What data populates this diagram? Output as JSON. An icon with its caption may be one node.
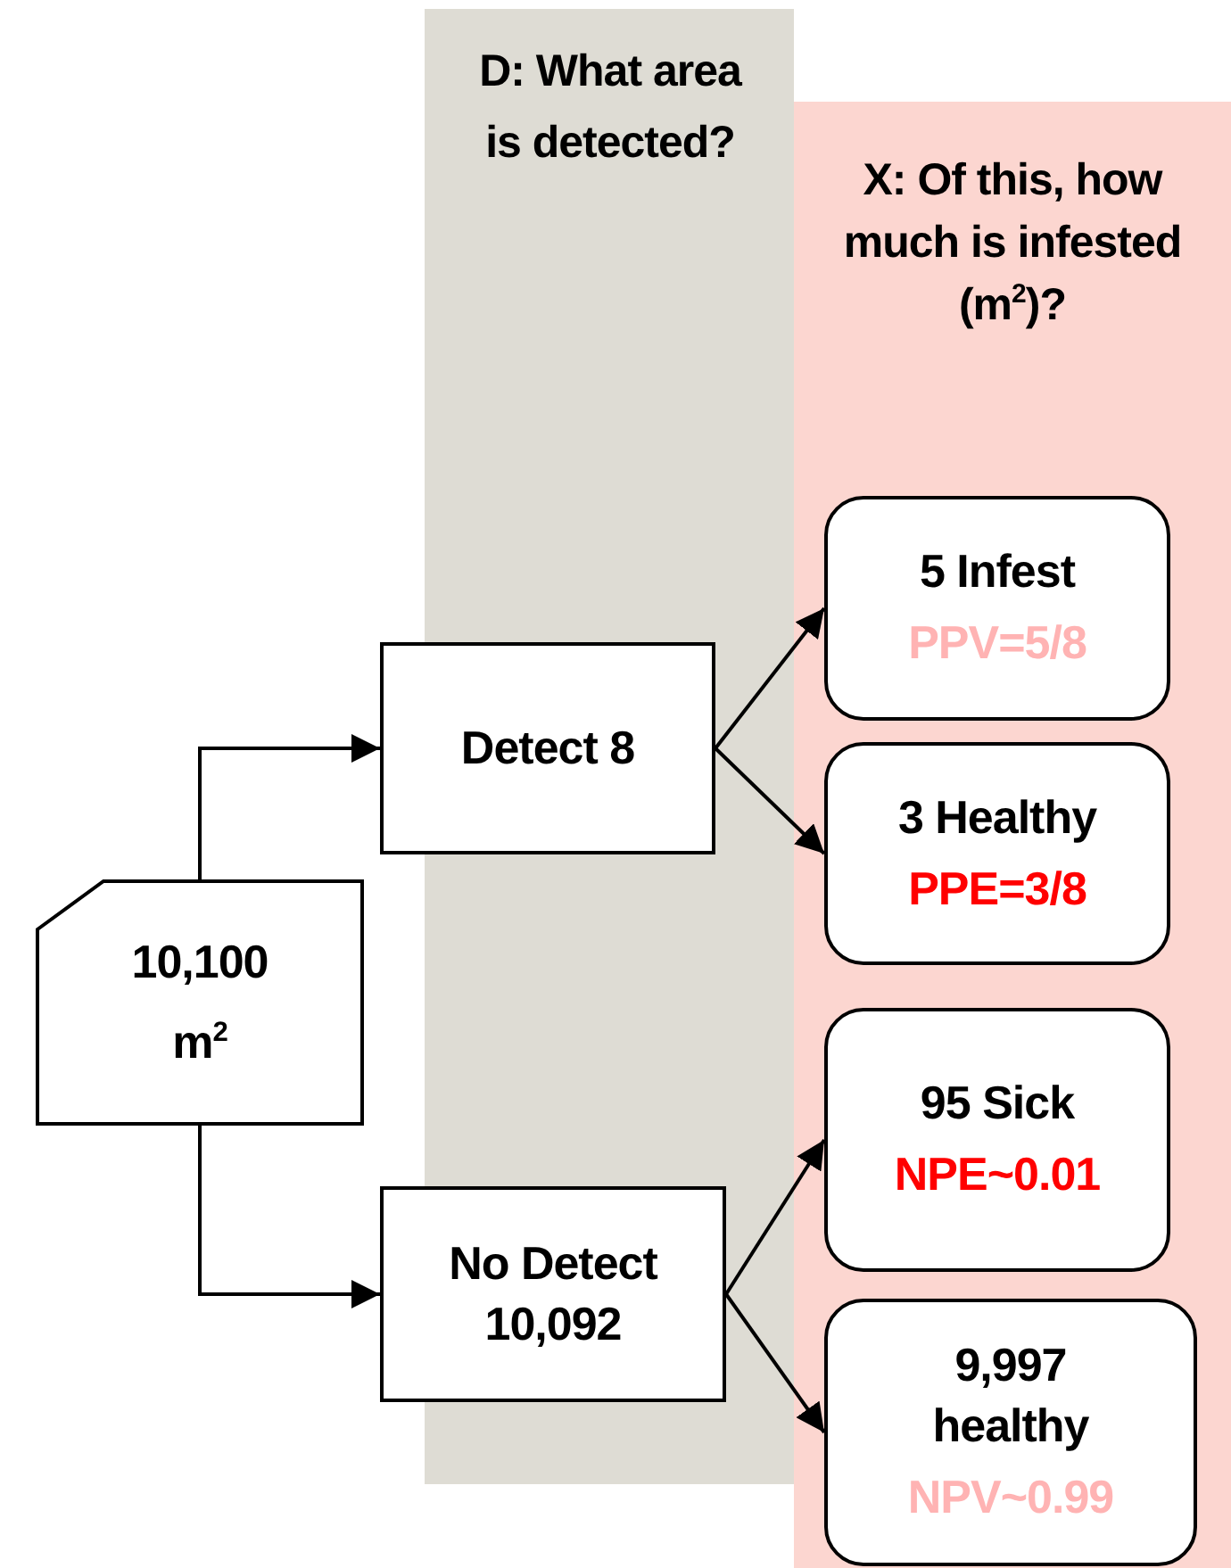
{
  "diagram": {
    "nodes": [
      {
        "text": [
          "10,100 m$^{2}$"
        ]
      },
      {
        "text": [
          "Detect 8"
        ]
      },
      {
        "text": [
          "No Detect 10,092"
        ]
      },
      {
        "text": [
          "5 Infest",
          "PPV=5/8"
        ]
      },
      {
        "text": [
          "3 Healthy",
          "PPE=3/8"
        ]
      },
      {
        "text": [
          "95 Sick",
          "NPE~0.01"
        ]
      },
      {
        "text": [
          "9,997 healthy",
          "NPV~0.99"
        ]
      }
    ],
    "edges": [
      {
        "from": 0,
        "to": 1,
        "arrow": "to"
      },
      {
        "from": 0,
        "to": 2,
        "arrow": "to"
      },
      {
        "from": 1,
        "to": 3,
        "arrow": "to"
      },
      {
        "from": 1,
        "to": 4,
        "arrow": "to"
      },
      {
        "from": 2,
        "to": 5,
        "arrow": "to"
      },
      {
        "from": 2,
        "to": 6,
        "arrow": "to"
      }
    ],
    "labels": [
      "D: What area is detected?",
      "X: Of this, how much is infested (m$^{2}$)?"
    ]
  }
}
